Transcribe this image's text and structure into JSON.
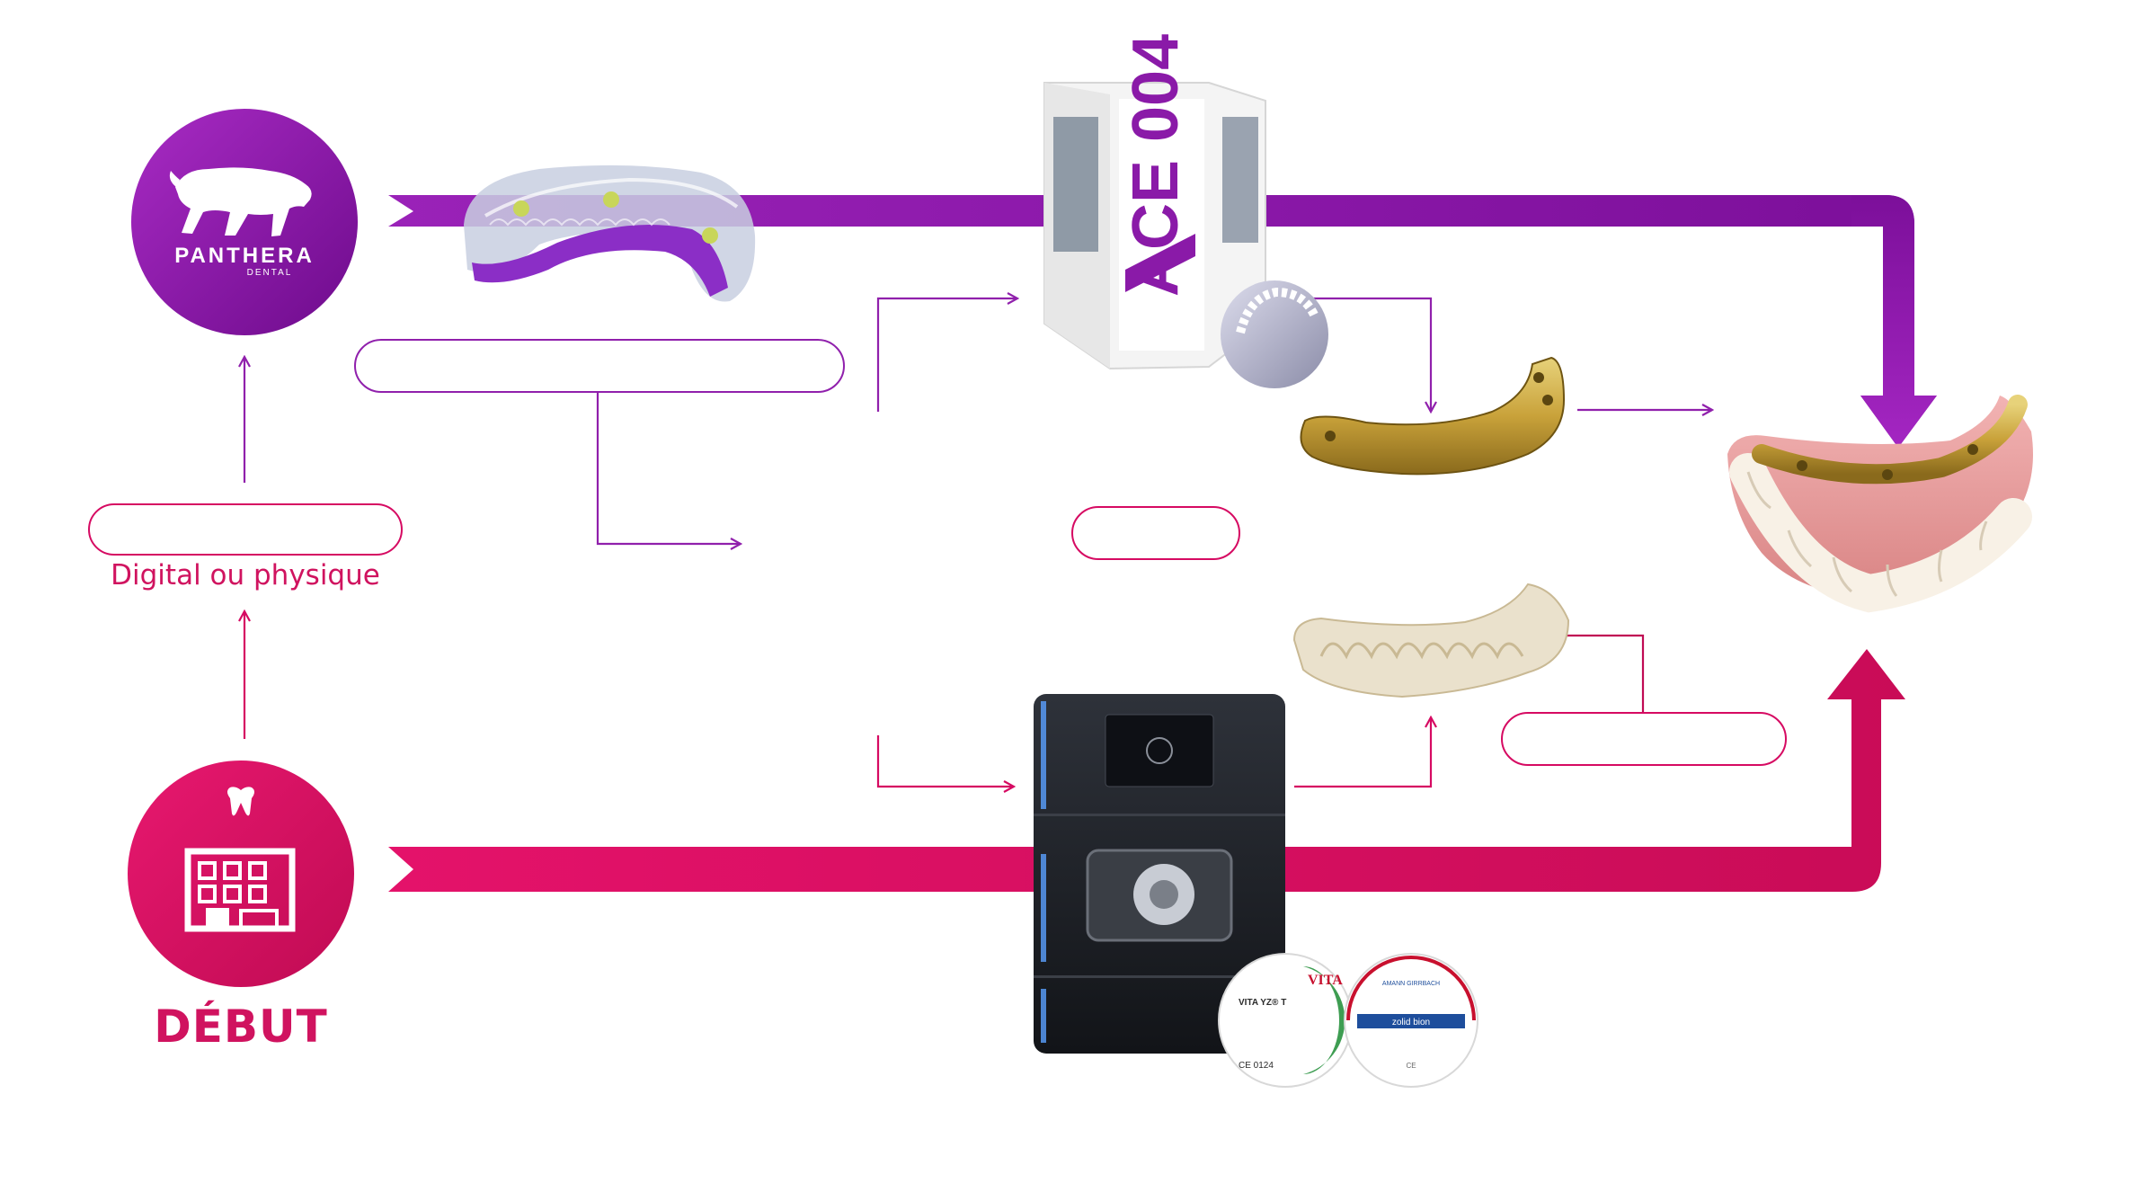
{
  "colors": {
    "purple": "#8a1aa8",
    "purple_dark": "#7a0e98",
    "magenta": "#d60a62",
    "magenta_light": "#e0136a",
    "gold": "#c9a23a"
  },
  "nodes": {
    "panthera": {
      "icon": "panther-logo-icon",
      "brand": "PANTHERA",
      "sub": "DENTAL"
    },
    "clinic": {
      "icon": "dental-clinic-icon"
    }
  },
  "labels": {
    "impression": "Digital ou physique",
    "start": "DÉBUT"
  },
  "illustrations": [
    "digital-bridge-design-icon",
    "milling-machine-tower-icon",
    "titanium-disc-icon",
    "metal-bar-framework-icon",
    "final-prosthesis-icon",
    "desktop-mill-icon",
    "zirconia-disc-vita-icon",
    "zirconia-disc-zolid-icon",
    "zirconia-teeth-bridge-icon"
  ],
  "machine_label": "ACE 004",
  "disc_vita": {
    "brand": "VITA",
    "product": "VITA YZ® T",
    "ce": "CE 0124"
  },
  "disc_zolid": {
    "brand": "AMANN GIRRBACH",
    "product": "zolid bion",
    "ce": "CE"
  }
}
